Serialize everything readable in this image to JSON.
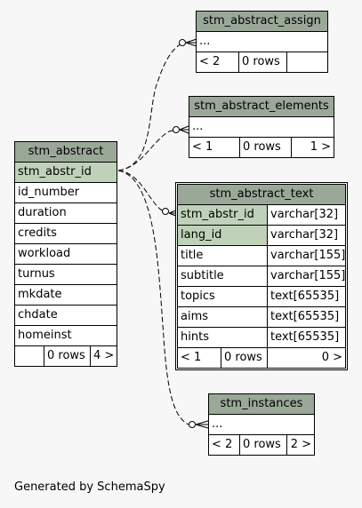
{
  "tables": {
    "stm_abstract": {
      "name": "stm_abstract",
      "columns": [
        {
          "name": "stm_abstr_id",
          "pk": true
        },
        {
          "name": "id_number"
        },
        {
          "name": "duration"
        },
        {
          "name": "credits"
        },
        {
          "name": "workload"
        },
        {
          "name": "turnus"
        },
        {
          "name": "mkdate"
        },
        {
          "name": "chdate"
        },
        {
          "name": "homeinst"
        }
      ],
      "footer": [
        "",
        "0 rows",
        "4 >"
      ]
    },
    "stm_abstract_assign": {
      "name": "stm_abstract_assign",
      "ellipsis": "...",
      "footer": [
        "< 2",
        "0 rows",
        ""
      ]
    },
    "stm_abstract_elements": {
      "name": "stm_abstract_elements",
      "ellipsis": "...",
      "footer": [
        "< 1",
        "0 rows",
        "1 >"
      ]
    },
    "stm_abstract_text": {
      "name": "stm_abstract_text",
      "columns": [
        {
          "name": "stm_abstr_id",
          "type": "varchar[32]",
          "pk": true
        },
        {
          "name": "lang_id",
          "type": "varchar[32]",
          "pk": true
        },
        {
          "name": "title",
          "type": "varchar[155]"
        },
        {
          "name": "subtitle",
          "type": "varchar[155]"
        },
        {
          "name": "topics",
          "type": "text[65535]"
        },
        {
          "name": "aims",
          "type": "text[65535]"
        },
        {
          "name": "hints",
          "type": "text[65535]"
        }
      ],
      "footer": [
        "< 1",
        "0 rows",
        "0 >"
      ]
    },
    "stm_instances": {
      "name": "stm_instances",
      "ellipsis": "...",
      "footer": [
        "< 2",
        "0 rows",
        "2 >"
      ]
    }
  },
  "generated_by": "Generated by SchemaSpy"
}
